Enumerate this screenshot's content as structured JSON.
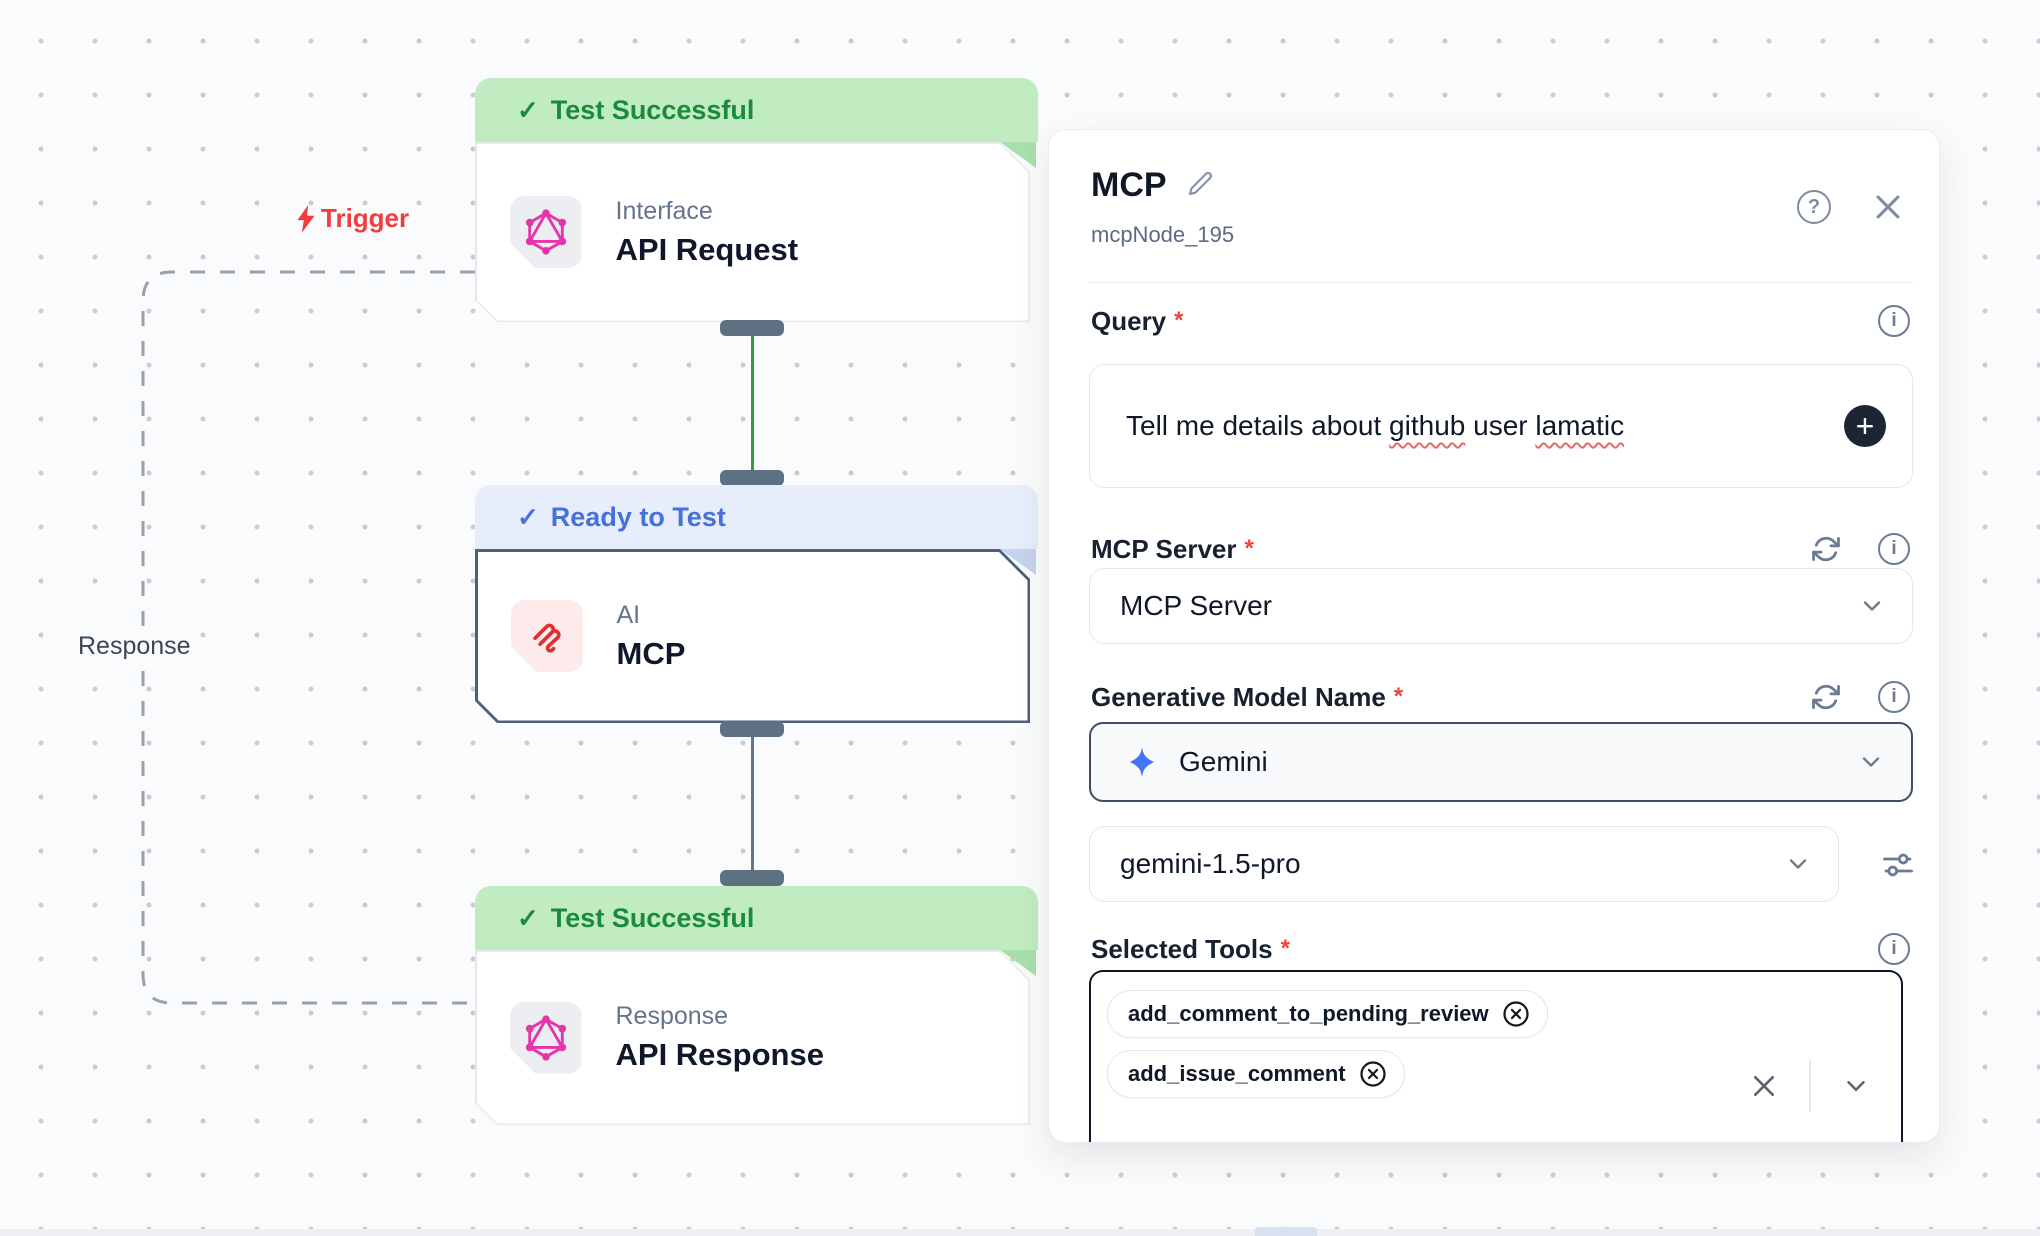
{
  "canvas": {
    "trigger_label": "Trigger",
    "response_label": "Response",
    "nodes": [
      {
        "status": "Test Successful",
        "category": "Interface",
        "title": "API Request",
        "icon": "graphql"
      },
      {
        "status": "Ready to Test",
        "category": "AI",
        "title": "MCP",
        "icon": "mcp"
      },
      {
        "status": "Test Successful",
        "category": "Response",
        "title": "API Response",
        "icon": "graphql"
      }
    ],
    "check_glyph": "✓"
  },
  "panel": {
    "title": "MCP",
    "node_id": "mcpNode_195",
    "help_glyph": "?",
    "info_glyph": "i",
    "query": {
      "label": "Query",
      "required_mark": "*",
      "text_before": "Tell me details about ",
      "word1": "github",
      "text_mid": " user ",
      "word2": "lamatic",
      "plus_glyph": "+"
    },
    "mcp_server": {
      "label": "MCP Server",
      "required_mark": "*",
      "value": "MCP Server"
    },
    "model": {
      "label": "Generative Model Name",
      "required_mark": "*",
      "provider": "Gemini",
      "model_name": "gemini-1.5-pro"
    },
    "tools": {
      "label": "Selected Tools",
      "required_mark": "*",
      "tags": [
        "add_comment_to_pending_review",
        "add_issue_comment"
      ]
    }
  },
  "colors": {
    "status_green_bg": "#c1ecc2",
    "status_green_text": "#1c8a3c",
    "status_blue_bg": "#e7edfa",
    "status_blue_text": "#4472d9",
    "trigger_red": "#f03e3e",
    "wire_green": "#2b9f3a",
    "wire_slate": "#64748b",
    "graphql_pink": "#e535ab",
    "mcp_red": "#e03131",
    "gemini_blue": "#4575f5",
    "selected_border": "#4e617a"
  }
}
